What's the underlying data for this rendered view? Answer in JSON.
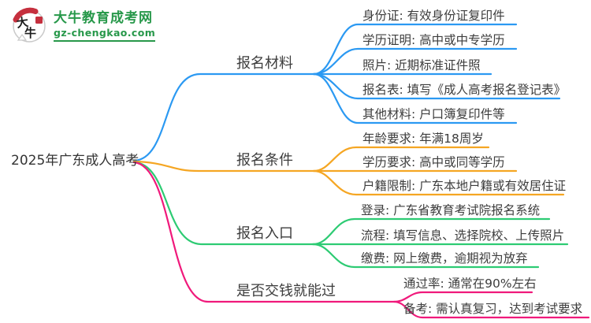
{
  "logo": {
    "title": "大牛教育成考网",
    "domain": "gz-chengkao.com",
    "icon_char1": "大",
    "icon_char2": "牛"
  },
  "root": {
    "label": "2025年广东成人高考"
  },
  "branches": [
    {
      "label": "报名材料",
      "color": "#2B99F2",
      "children": [
        "身份证: 有效身份证复印件",
        "学历证明: 高中或中专学历",
        "照片: 近期标准证件照",
        "报名表: 填写《成人高考报名登记表》",
        "其他材料: 户口簿复印件等"
      ]
    },
    {
      "label": "报名条件",
      "color": "#F5A623",
      "children": [
        "年龄要求: 年满18周岁",
        "学历要求: 高中或同等学历",
        "户籍限制: 广东本地户籍或有效居住证"
      ]
    },
    {
      "label": "报名入口",
      "color": "#2DCB73",
      "children": [
        "登录: 广东省教育考试院报名系统",
        "流程: 填写信息、选择院校、上传照片",
        "缴费: 网上缴费，逾期视为放弃"
      ]
    },
    {
      "label": "是否交钱就能过",
      "color": "#F0197B",
      "children": [
        "通过率: 通常在90%左右",
        "备考: 需认真复习，达到考试要求"
      ]
    }
  ],
  "colors": {
    "brand_green": "#27984A",
    "seal_red": "#C5303E",
    "text": "#3D3D3D"
  }
}
